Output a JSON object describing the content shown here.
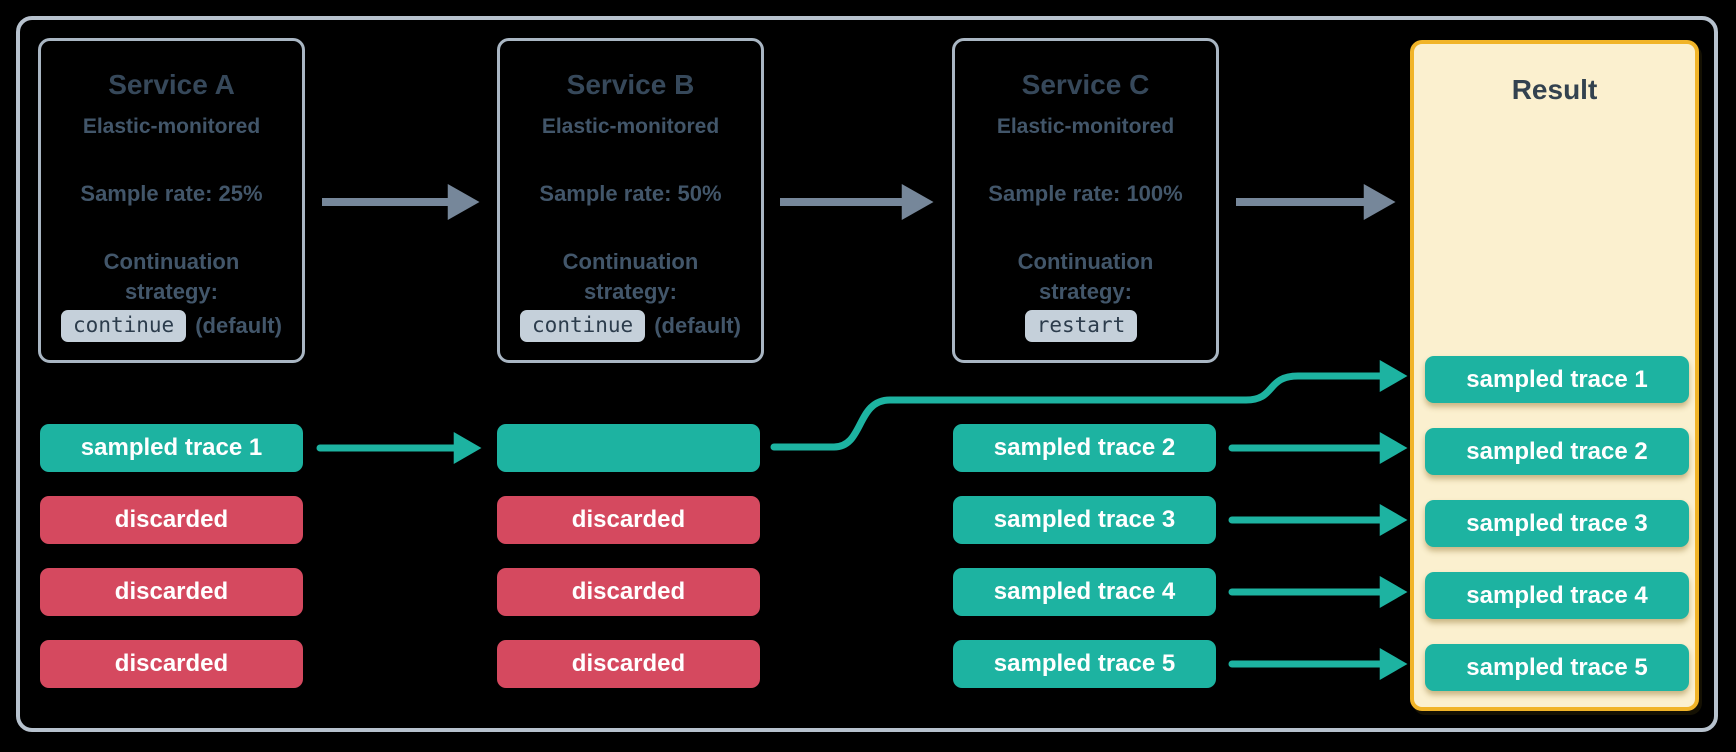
{
  "services": [
    {
      "name": "Service A",
      "monitored": "Elastic-monitored",
      "sample_rate": "Sample rate: 25%",
      "strategy_label": "Continuation strategy:",
      "strategy_value": "continue",
      "strategy_note": "(default)"
    },
    {
      "name": "Service B",
      "monitored": "Elastic-monitored",
      "sample_rate": "Sample rate: 50%",
      "strategy_label": "Continuation strategy:",
      "strategy_value": "continue",
      "strategy_note": "(default)"
    },
    {
      "name": "Service C",
      "monitored": "Elastic-monitored",
      "sample_rate": "Sample rate: 100%",
      "strategy_label": "Continuation strategy:",
      "strategy_value": "restart",
      "strategy_note": ""
    }
  ],
  "columns": [
    {
      "service": "Service A",
      "chips": [
        {
          "label": "sampled trace 1",
          "status": "sampled"
        },
        {
          "label": "discarded",
          "status": "discarded"
        },
        {
          "label": "discarded",
          "status": "discarded"
        },
        {
          "label": "discarded",
          "status": "discarded"
        }
      ]
    },
    {
      "service": "Service B",
      "chips": [
        {
          "label": "",
          "status": "sampled"
        },
        {
          "label": "discarded",
          "status": "discarded"
        },
        {
          "label": "discarded",
          "status": "discarded"
        },
        {
          "label": "discarded",
          "status": "discarded"
        }
      ]
    },
    {
      "service": "Service C",
      "chips": [
        {
          "label": "sampled trace 2",
          "status": "sampled"
        },
        {
          "label": "sampled trace 3",
          "status": "sampled"
        },
        {
          "label": "sampled trace 4",
          "status": "sampled"
        },
        {
          "label": "sampled trace 5",
          "status": "sampled"
        }
      ]
    }
  ],
  "result": {
    "title": "Result",
    "chips": [
      "sampled trace 1",
      "sampled trace 2",
      "sampled trace 3",
      "sampled trace 4",
      "sampled trace 5"
    ]
  },
  "connections": [
    "Service A -> Service B",
    "Service B -> Service C",
    "Service C -> Result",
    "sampled trace 1 (Service A) -> Service B",
    "sampled trace 1 (Service B) -> Result",
    "sampled trace 2..5 (Service C) -> Result"
  ],
  "colors": {
    "sampled_teal": "#1db3a1",
    "discarded_red": "#d5495f",
    "service_arrow_gray": "#76879a",
    "result_panel_bg": "#fbf0cf",
    "result_panel_border": "#f1b428",
    "box_border": "#a9b6c3",
    "frame_border": "#b7c2ce",
    "heading_text": "#36485a",
    "body_text": "#42566a",
    "code_chip_bg": "#c5d0da",
    "code_chip_text": "#2c3c4c"
  }
}
